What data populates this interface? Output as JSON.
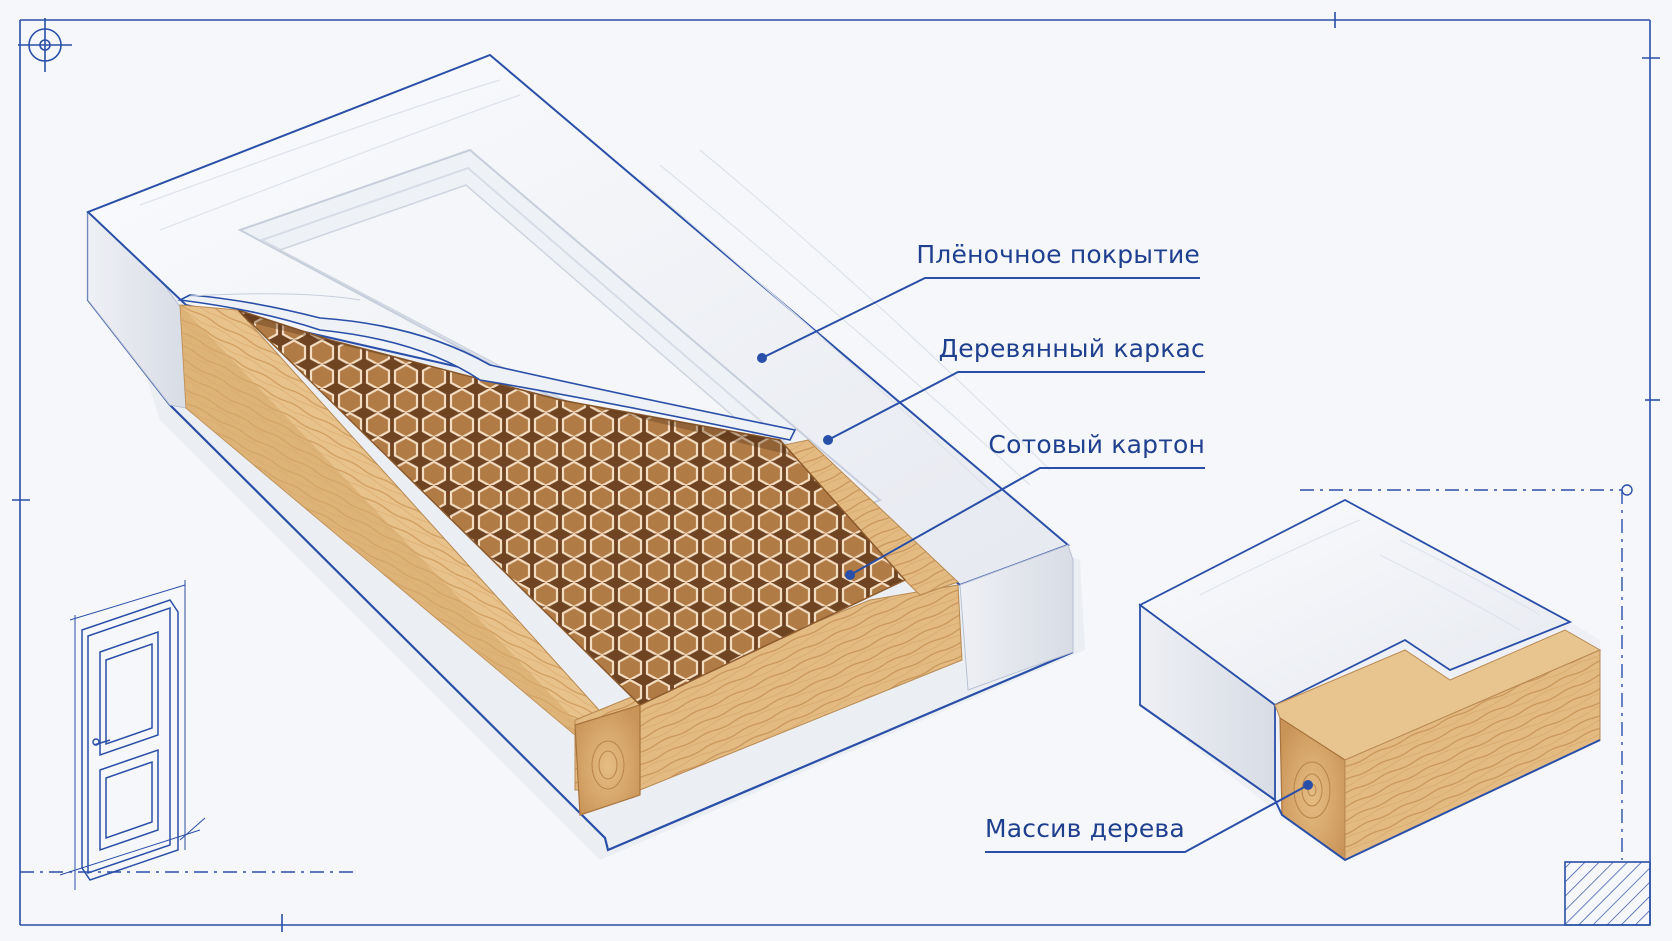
{
  "labels": {
    "film_coating": "Плёночное покрытие",
    "wood_frame": "Деревянный каркас",
    "honeycomb": "Сотовый картон",
    "solid_wood": "Массив дерева"
  },
  "colors": {
    "blueprint_line": "#2a4fa8",
    "label_text": "#1f3f8f",
    "film_white": "#f1f3f7",
    "wood_light": "#e9c793",
    "wood_mid": "#d9ad6f",
    "honeycomb_brown": "#a8733f",
    "honeycomb_dark": "#6e4423",
    "background": "#f6f7fa"
  },
  "icons": [
    "crosshair-icon",
    "door-sketch-icon",
    "hatch-block-icon"
  ]
}
